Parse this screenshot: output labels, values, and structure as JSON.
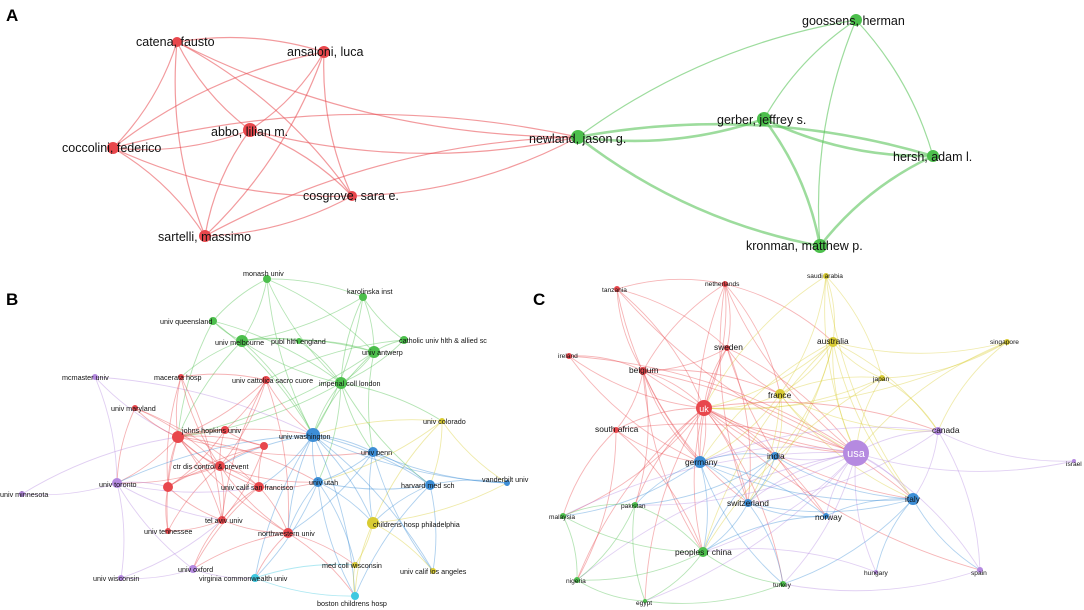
{
  "panels": {
    "a": {
      "letter": "A",
      "nodes": [
        {
          "id": "catena",
          "label": "catena, fausto",
          "cluster": "red"
        },
        {
          "id": "ansaloni",
          "label": "ansaloni, luca",
          "cluster": "red"
        },
        {
          "id": "abbo",
          "label": "abbo, lilian m.",
          "cluster": "red"
        },
        {
          "id": "coccolini",
          "label": "coccolini, federico",
          "cluster": "red"
        },
        {
          "id": "cosgrove",
          "label": "cosgrove, sara e.",
          "cluster": "red"
        },
        {
          "id": "sartelli",
          "label": "sartelli, massimo",
          "cluster": "red"
        },
        {
          "id": "newland",
          "label": "newland, jason g.",
          "cluster": "green"
        },
        {
          "id": "goossens",
          "label": "goossens, herman",
          "cluster": "green"
        },
        {
          "id": "gerber",
          "label": "gerber, jeffrey s.",
          "cluster": "green"
        },
        {
          "id": "hersh",
          "label": "hersh, adam l.",
          "cluster": "green"
        },
        {
          "id": "kronman",
          "label": "kronman, matthew p.",
          "cluster": "green"
        }
      ],
      "links": [
        [
          "catena",
          "ansaloni"
        ],
        [
          "catena",
          "abbo"
        ],
        [
          "catena",
          "coccolini"
        ],
        [
          "catena",
          "sartelli"
        ],
        [
          "catena",
          "cosgrove"
        ],
        [
          "catena",
          "newland"
        ],
        [
          "ansaloni",
          "abbo"
        ],
        [
          "ansaloni",
          "coccolini"
        ],
        [
          "ansaloni",
          "sartelli"
        ],
        [
          "ansaloni",
          "cosgrove"
        ],
        [
          "abbo",
          "coccolini"
        ],
        [
          "abbo",
          "sartelli"
        ],
        [
          "abbo",
          "cosgrove"
        ],
        [
          "abbo",
          "newland"
        ],
        [
          "coccolini",
          "sartelli"
        ],
        [
          "coccolini",
          "cosgrove"
        ],
        [
          "coccolini",
          "newland"
        ],
        [
          "sartelli",
          "cosgrove"
        ],
        [
          "sartelli",
          "newland"
        ],
        [
          "cosgrove",
          "newland"
        ],
        [
          "newland",
          "goossens"
        ],
        [
          "newland",
          "gerber"
        ],
        [
          "newland",
          "hersh"
        ],
        [
          "newland",
          "kronman"
        ],
        [
          "gerber",
          "goossens"
        ],
        [
          "gerber",
          "hersh"
        ],
        [
          "gerber",
          "kronman"
        ],
        [
          "hersh",
          "kronman"
        ],
        [
          "goossens",
          "hersh"
        ],
        [
          "goossens",
          "kronman"
        ]
      ]
    },
    "b": {
      "letter": "B",
      "nodes": [
        {
          "id": "monash",
          "label": "monash univ",
          "cluster": "green"
        },
        {
          "id": "karolinska",
          "label": "karolinska inst",
          "cluster": "green"
        },
        {
          "id": "queensland",
          "label": "univ queensland",
          "cluster": "green"
        },
        {
          "id": "catholic",
          "label": "catholic univ hlth & allied sc",
          "cluster": "green"
        },
        {
          "id": "pubhlth",
          "label": "publ hlth england",
          "cluster": "green"
        },
        {
          "id": "melbourne",
          "label": "univ melbourne",
          "cluster": "green"
        },
        {
          "id": "antwerp",
          "label": "univ antwerp",
          "cluster": "green"
        },
        {
          "id": "mcmaster",
          "label": "mcmaster univ",
          "cluster": "purple"
        },
        {
          "id": "macerata",
          "label": "macerata hosp",
          "cluster": "red"
        },
        {
          "id": "sacrocuore",
          "label": "univ cattolica sacro cuore",
          "cluster": "red"
        },
        {
          "id": "imperial",
          "label": "imperial coll london",
          "cluster": "green"
        },
        {
          "id": "maryland",
          "label": "univ maryland",
          "cluster": "red"
        },
        {
          "id": "colorado",
          "label": "univ colorado",
          "cluster": "yellow"
        },
        {
          "id": "hopkins",
          "label": "johns hopkins univ",
          "cluster": "red"
        },
        {
          "id": "washington",
          "label": "univ washington",
          "cluster": "blue"
        },
        {
          "id": "penn",
          "label": "univ penn",
          "cluster": "blue"
        },
        {
          "id": "ctrdis",
          "label": "ctr dis control & prevent",
          "cluster": "red"
        },
        {
          "id": "toronto",
          "label": "univ toronto",
          "cluster": "purple"
        },
        {
          "id": "harvard",
          "label": "harvard med sch",
          "cluster": "blue"
        },
        {
          "id": "vanderbilt",
          "label": "vanderbilt univ",
          "cluster": "blue"
        },
        {
          "id": "sanfran",
          "label": "univ calif san francisco",
          "cluster": "red"
        },
        {
          "id": "utah",
          "label": "univ utah",
          "cluster": "blue"
        },
        {
          "id": "minnesota",
          "label": "univ minnesota",
          "cluster": "purple"
        },
        {
          "id": "telaviv",
          "label": "tel aviv univ",
          "cluster": "red"
        },
        {
          "id": "chop",
          "label": "childrens hosp philadelphia",
          "cluster": "yellow"
        },
        {
          "id": "tennessee",
          "label": "univ tennessee",
          "cluster": "red"
        },
        {
          "id": "northwestern",
          "label": "northwestern univ",
          "cluster": "red"
        },
        {
          "id": "oxford",
          "label": "univ oxford",
          "cluster": "purple"
        },
        {
          "id": "medcoll",
          "label": "med coll wisconsin",
          "cluster": "yellow"
        },
        {
          "id": "ucla",
          "label": "univ calif los angeles",
          "cluster": "yellow"
        },
        {
          "id": "wisconsin",
          "label": "univ wisconsin",
          "cluster": "purple"
        },
        {
          "id": "vcu",
          "label": "virginia commonwealth univ",
          "cluster": "cyan"
        },
        {
          "id": "bostonch",
          "label": "boston childrens hosp",
          "cluster": "cyan"
        },
        {
          "id": "unl1",
          "label": "",
          "cluster": "red"
        },
        {
          "id": "unl2",
          "label": "",
          "cluster": "red"
        },
        {
          "id": "unl3",
          "label": "",
          "cluster": "red"
        }
      ]
    },
    "c": {
      "letter": "C",
      "nodes": [
        {
          "id": "tanzania",
          "label": "tanzania",
          "cluster": "red"
        },
        {
          "id": "netherlands",
          "label": "netherlands",
          "cluster": "red"
        },
        {
          "id": "saudi",
          "label": "saudi arabia",
          "cluster": "yellow"
        },
        {
          "id": "singapore",
          "label": "singapore",
          "cluster": "yellow"
        },
        {
          "id": "ireland",
          "label": "ireland",
          "cluster": "red"
        },
        {
          "id": "sweden",
          "label": "sweden",
          "cluster": "red"
        },
        {
          "id": "australia",
          "label": "australia",
          "cluster": "yellow"
        },
        {
          "id": "belgium",
          "label": "belgium",
          "cluster": "red"
        },
        {
          "id": "japan",
          "label": "japan",
          "cluster": "yellow"
        },
        {
          "id": "france",
          "label": "france",
          "cluster": "yellow"
        },
        {
          "id": "uk",
          "label": "uk",
          "cluster": "red"
        },
        {
          "id": "southafrica",
          "label": "south africa",
          "cluster": "red"
        },
        {
          "id": "canada",
          "label": "canada",
          "cluster": "purple"
        },
        {
          "id": "usa",
          "label": "usa",
          "cluster": "purple"
        },
        {
          "id": "israel",
          "label": "israel",
          "cluster": "purple"
        },
        {
          "id": "india",
          "label": "india",
          "cluster": "blue"
        },
        {
          "id": "germany",
          "label": "germany",
          "cluster": "blue"
        },
        {
          "id": "italy",
          "label": "italy",
          "cluster": "blue"
        },
        {
          "id": "pakistan",
          "label": "pakistan",
          "cluster": "green"
        },
        {
          "id": "switzerland",
          "label": "switzerland",
          "cluster": "blue"
        },
        {
          "id": "malaysia",
          "label": "malaysia",
          "cluster": "green"
        },
        {
          "id": "norway",
          "label": "norway",
          "cluster": "blue"
        },
        {
          "id": "china",
          "label": "peoples r china",
          "cluster": "green"
        },
        {
          "id": "hungary",
          "label": "hungary",
          "cluster": "purple"
        },
        {
          "id": "spain",
          "label": "spain",
          "cluster": "purple"
        },
        {
          "id": "nigeria",
          "label": "nigeria",
          "cluster": "green"
        },
        {
          "id": "turkey",
          "label": "turkey",
          "cluster": "green"
        },
        {
          "id": "egypt",
          "label": "egypt",
          "cluster": "green"
        }
      ]
    }
  },
  "colors": {
    "red": "#e8474c",
    "green": "#4cbf4c",
    "blue": "#3d8ed6",
    "yellow": "#d9cc33",
    "purple": "#b58ae0",
    "cyan": "#3fc8e0"
  }
}
